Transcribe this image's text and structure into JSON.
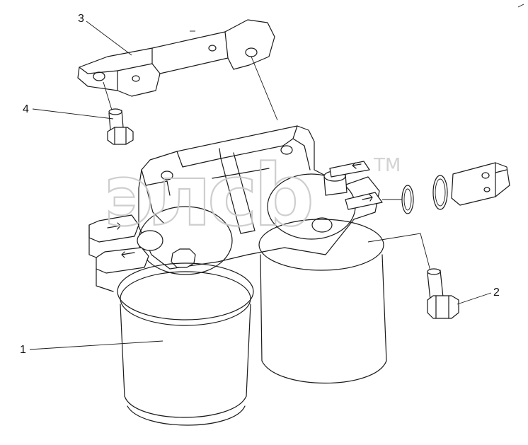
{
  "diagram": {
    "callouts": [
      {
        "id": "callout-1",
        "label": "1"
      },
      {
        "id": "callout-2",
        "label": "2"
      },
      {
        "id": "callout-3",
        "label": "3"
      },
      {
        "id": "callout-4",
        "label": "4"
      }
    ],
    "watermark": {
      "text": "элсb",
      "trademark": "TM"
    },
    "colors": {
      "line": "#1a1a1a",
      "watermark": "#c9c9c9",
      "background": "#ffffff"
    }
  }
}
